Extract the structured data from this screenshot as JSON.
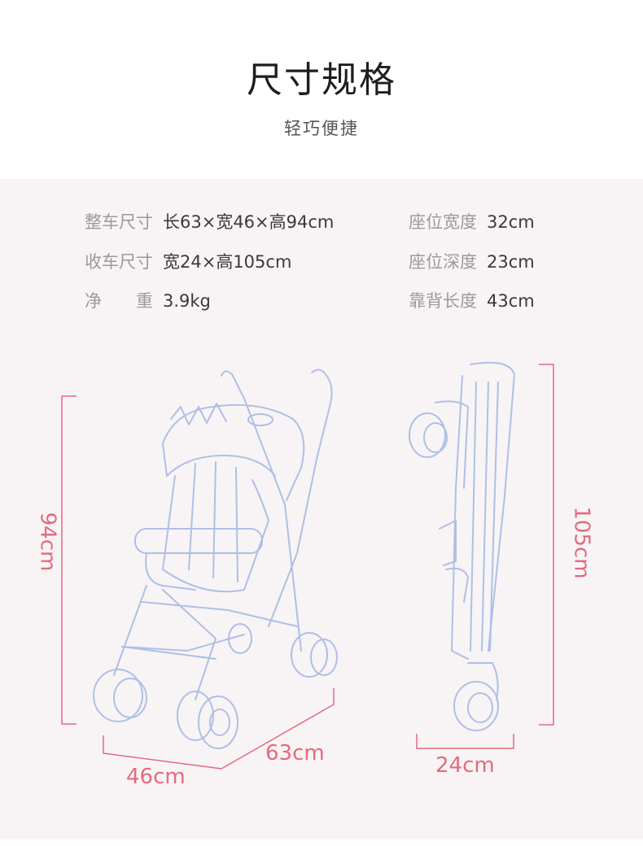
{
  "header": {
    "title": "尺寸规格",
    "subtitle": "轻巧便捷"
  },
  "specs": {
    "left": [
      {
        "label": "整车尺寸",
        "value": "长63×宽46×高94cm"
      },
      {
        "label": "收车尺寸",
        "value": "宽24×高105cm"
      },
      {
        "label": "净　　重",
        "value": "3.9kg"
      }
    ],
    "right": [
      {
        "label": "座位宽度",
        "value": "32cm"
      },
      {
        "label": "座位深度",
        "value": "23cm"
      },
      {
        "label": "靠背长度",
        "value": "43cm"
      }
    ]
  },
  "dimensions": {
    "height_open": "94cm",
    "depth_open": "63cm",
    "width_open": "46cm",
    "height_folded": "105cm",
    "width_folded": "24cm"
  },
  "colors": {
    "accent": "#e46a7e",
    "outline": "#aebfe6",
    "panel_bg": "#f8f4f5"
  }
}
